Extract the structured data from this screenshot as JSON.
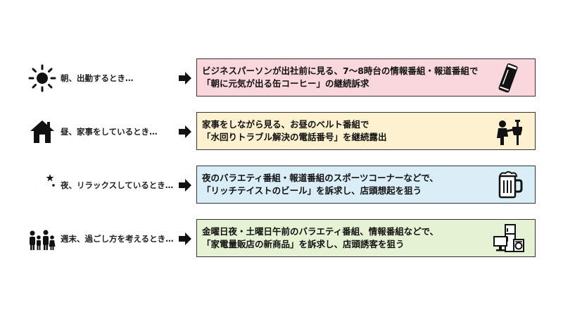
{
  "rows": [
    {
      "situation": "朝、出勤するとき…",
      "line1": "ビジネスパーソンが出社前に見る、7〜8時台の情報番組・報道番組で",
      "line2": "「朝に元気が出る缶コーヒー」の継続訴求",
      "box_color": "#f9d7dc",
      "left_icon": "sun-icon",
      "right_icon": "coffee-can-icon"
    },
    {
      "situation": "昼、家事をしているとき…",
      "line1": "家事をしながら見る、お昼のベルト番組で",
      "line2": "「水回りトラブル解決の電話番号」を継続露出",
      "box_color": "#fdf1cf",
      "left_icon": "house-icon",
      "right_icon": "plumber-icon"
    },
    {
      "situation": "夜、リラックスしているとき…",
      "line1": "夜のバラエティ番組・報道番組のスポーツコーナーなどで、",
      "line2": "「リッチテイストのビール」を訴求し、店頭想起を狙う",
      "box_color": "#d9eef6",
      "left_icon": "moon-stars-icon",
      "right_icon": "beer-mug-icon"
    },
    {
      "situation": "週末、過ごし方を考えるとき…",
      "line1": "金曜日夜・土曜日午前のバラエティ番組、情報番組などで、",
      "line2": "「家電量販店の新商品」を訴求し、店頭誘客を狙う",
      "box_color": "#e6f2d4",
      "left_icon": "family-icon",
      "right_icon": "appliances-icon"
    }
  ]
}
